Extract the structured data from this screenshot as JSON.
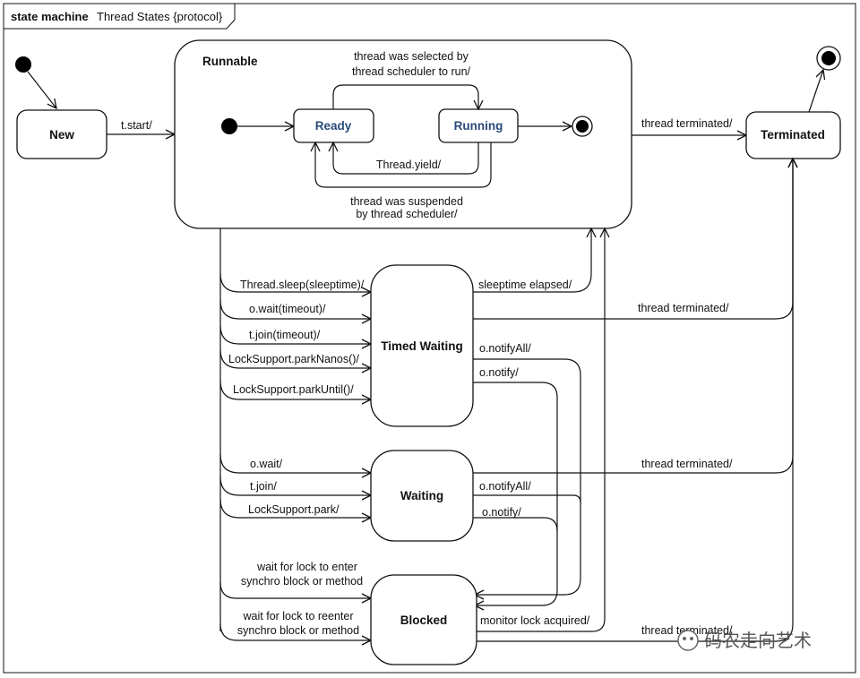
{
  "frame": {
    "keyword": "state machine",
    "title": "Thread States {protocol}"
  },
  "states": {
    "new": "New",
    "runnable": "Runnable",
    "ready": "Ready",
    "running": "Running",
    "terminated": "Terminated",
    "timed_waiting": "Timed Waiting",
    "waiting": "Waiting",
    "blocked": "Blocked"
  },
  "transitions": {
    "start": "t.start/",
    "selected_1": "thread was selected by",
    "selected_2": "thread scheduler to run/",
    "yield": "Thread.yield/",
    "suspended_1": "thread was suspended",
    "suspended_2": "by thread scheduler/",
    "runnable_terminated": "thread terminated/",
    "sleep": "Thread.sleep(sleeptime)/",
    "wait_timeout": "o.wait(timeout)/",
    "join_timeout": "t.join(timeout)/",
    "park_nanos": "LockSupport.parkNanos()/",
    "park_until": "LockSupport.parkUntil()/",
    "sleep_elapsed": "sleeptime elapsed/",
    "timed_terminated": "thread terminated/",
    "timed_notify_all": "o.notifyAll/",
    "timed_notify": "o.notify/",
    "wait": "o.wait/",
    "join": "t.join/",
    "park": "LockSupport.park/",
    "waiting_terminated": "thread terminated/",
    "waiting_notify_all": "o.notifyAll/",
    "waiting_notify": "o.notify/",
    "lock_enter_1": "wait for lock to enter",
    "lock_enter_2": "synchro block or method",
    "lock_reenter_1": "wait for lock to reenter",
    "lock_reenter_2": "synchro block or method",
    "monitor_acquired": "monitor lock acquired/",
    "blocked_terminated": "thread terminated/"
  },
  "watermark": "码农走向艺术",
  "colors": {
    "line": "#111111",
    "substate_text": "#2a4a78",
    "background": "#ffffff"
  }
}
